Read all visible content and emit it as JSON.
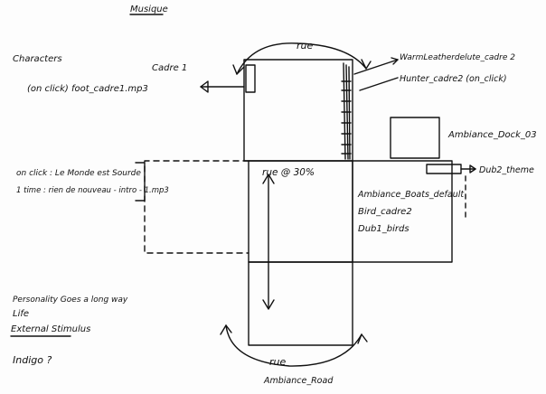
{
  "title": "Musique",
  "side_notes": {
    "characters": "Characters",
    "cadre1": "Cadre 1",
    "onclick_foot": "(on click)  foot_cadre1.mp3",
    "onclick_le_monde": "on click : Le Monde est Sourde",
    "one_time": "1 time : rien de nouveau - intro - 1.mp3",
    "personality": "Personality Goes a long way",
    "life": "Life",
    "external": "External Stimulus",
    "indigo": "Indigo ?"
  },
  "top_labels": {
    "rue_top": "rue",
    "warm_leather": "WarmLeatherdelute_cadre 2",
    "hunter": "Hunter_cadre2  (on_click)"
  },
  "right_labels": {
    "ambiance_dock": "Ambiance_Dock_03",
    "dub2": "Dub2_theme",
    "ambiance_boats": "Ambiance_Boats_default",
    "bird": "Bird_cadre2",
    "dub1": "Dub1_birds"
  },
  "center_labels": {
    "rue_30": "rue @ 30%"
  },
  "bottom_labels": {
    "rue_bottom": "rue",
    "ambiance_road": "Ambiance_Road"
  }
}
